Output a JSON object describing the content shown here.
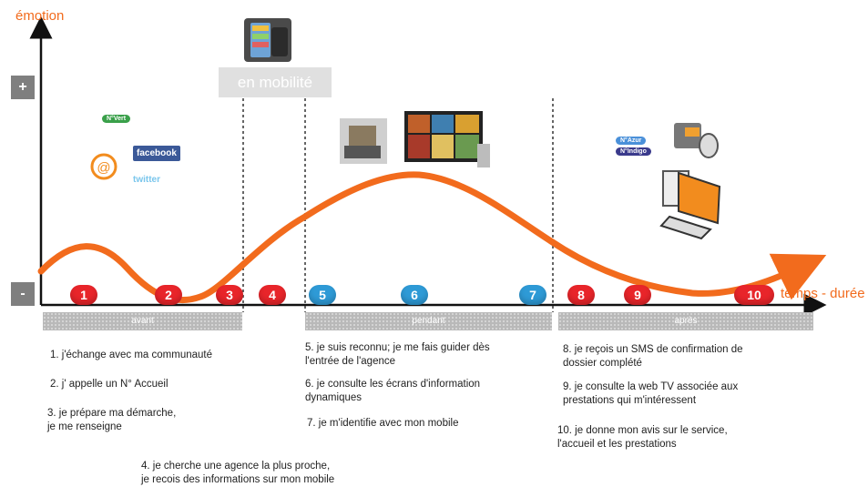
{
  "axes": {
    "y_label": "émotion",
    "x_label": "temps - durée",
    "scale_plus": "+",
    "scale_minus": "-"
  },
  "mobility_label": "en mobilité",
  "phases": [
    {
      "label": "avant"
    },
    {
      "label": "pendant"
    },
    {
      "label": "après"
    }
  ],
  "markers": [
    {
      "number": "1",
      "color": "#e8252a"
    },
    {
      "number": "2",
      "color": "#e8252a"
    },
    {
      "number": "3",
      "color": "#e8252a"
    },
    {
      "number": "4",
      "color": "#e8252a"
    },
    {
      "number": "5",
      "color": "#2e9ad6"
    },
    {
      "number": "6",
      "color": "#2e9ad6"
    },
    {
      "number": "7",
      "color": "#2e9ad6"
    },
    {
      "number": "8",
      "color": "#e8252a"
    },
    {
      "number": "9",
      "color": "#e8252a"
    },
    {
      "number": "10",
      "color": "#e8252a"
    }
  ],
  "steps": {
    "s1": "1. j'échange avec ma communauté",
    "s2": "2. j' appelle un N° Accueil",
    "s3a": "3. je prépare ma démarche,",
    "s3b": "je me renseigne",
    "s4a": "4. je cherche une agence la plus proche,",
    "s4b": "je recois des informations sur mon mobile",
    "s5a": "5. je suis reconnu; je me fais guider dès",
    "s5b": "l'entrée de l'agence",
    "s6a": "6. je consulte les écrans d'information",
    "s6b": "dynamiques",
    "s7": "7. je m'identifie avec mon mobile",
    "s8a": "8. je reçois un SMS de confirmation de",
    "s8b": "dossier complété",
    "s9a": "9. je consulte la web TV associée aux",
    "s9b": "prestations qui m'intéressent",
    "s10a": "10. je donne mon avis sur le service,",
    "s10b": "l'accueil et les prestations"
  },
  "icons": {
    "n_vert": "N°Vert",
    "facebook": "facebook",
    "twitter": "twitter",
    "at_symbol": "@",
    "n_azur": "N°Azur",
    "n_indigo": "N°Indigo"
  },
  "colors": {
    "curve": "#f26b1d",
    "accent": "#f26b1d",
    "axis": "#111111"
  }
}
